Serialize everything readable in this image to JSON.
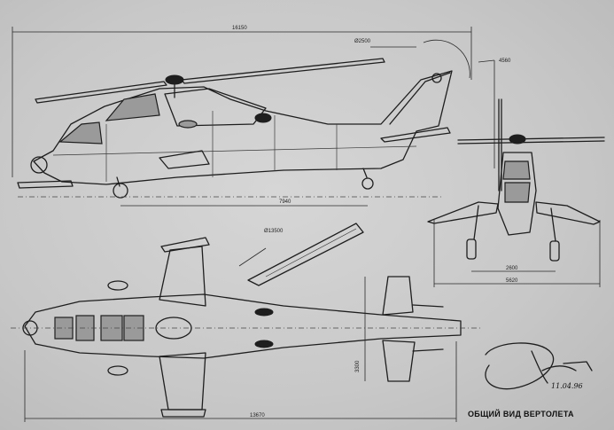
{
  "drawing": {
    "caption": "ОБЩИЙ ВИД ВЕРТОЛЕТА",
    "signature_date": "11.04.96",
    "dimensions": {
      "overall_length": "16150",
      "rotor_diameter_side": "Ø2500",
      "tail_height": "4560",
      "wheelbase": "7940",
      "rotor_diameter_top": "Ø13500",
      "main_gear_track": "2600",
      "wing_span": "5620",
      "tail_span": "3300",
      "fuselage_length": "13670"
    }
  },
  "colors": {
    "paper": "#c9c9c9",
    "ink": "#1e1e1e"
  }
}
